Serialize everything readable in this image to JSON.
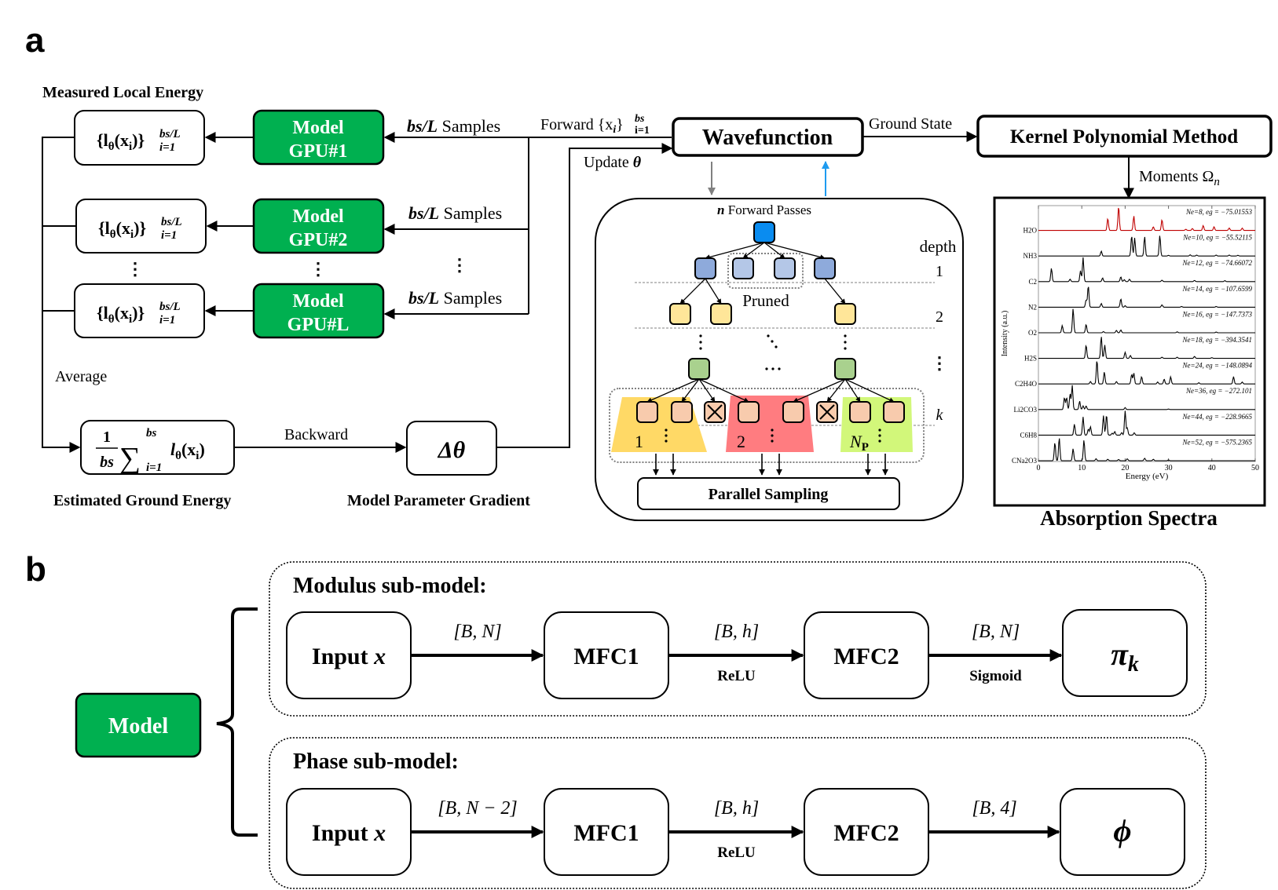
{
  "panel_a": {
    "label": "a",
    "measured_local_energy": "Measured Local Energy",
    "local_energy_box": {
      "prefix": "{l",
      "theta": "θ",
      "mid": "(x",
      "sub_i": "i",
      "close": ")}",
      "sup": "bs/L",
      "sub": "i=1"
    },
    "gpus": [
      {
        "line1": "Model",
        "line2": "GPU#1"
      },
      {
        "line1": "Model",
        "line2": "GPU#2"
      },
      {
        "line1": "Model",
        "line2": "GPU#L"
      }
    ],
    "samples_label": {
      "bold": "bs/L",
      "rest": " Samples"
    },
    "vdots": "⋮",
    "average": "Average",
    "estimated_box": {
      "frac_num": "1",
      "frac_den": "bs",
      "sum": "∑",
      "sup": "bs",
      "sub": "i=1",
      "term": "l",
      "theta": "θ",
      "arg": "(x",
      "argsub": "i",
      "argclose": ")"
    },
    "estimated_ground_energy": "Estimated Ground Energy",
    "backward": "Backward",
    "delta_theta": "Δθ",
    "model_parameter_gradient": "Model Parameter Gradient",
    "forward": {
      "text": "Forward {x",
      "sub_i": "i",
      "close": "}",
      "sup": "bs",
      "sub": "i=1"
    },
    "update": {
      "text": "Update ",
      "theta": "θ"
    },
    "wavefunction": "Wavefunction",
    "ground_state": "Ground State",
    "kpm": "Kernel Polynomial Method",
    "moments": {
      "text": "Moments Ω",
      "sub": "n"
    },
    "absorption_spectra": "Absorption Spectra",
    "tree": {
      "title_bold": "n",
      "title_rest": " Forward Passes",
      "depth_label": "depth",
      "depth_values": [
        "1",
        "2",
        "⋮",
        "k"
      ],
      "pruned": "Pruned",
      "groups": [
        "1",
        "2",
        "N"
      ],
      "group_np_sub": "P",
      "parallel_sampling": "Parallel Sampling",
      "colors": {
        "root": "#0a8cf0",
        "level1": "#8eaadb",
        "pruned": "#b4c7e7",
        "level2": "#ffe699",
        "green": "#a9d18e",
        "leaf": "#f8cbad",
        "group1": "#ffd966",
        "group2": "#ff7c80",
        "groupNP": "#d2f77a",
        "update_arrow": "#1e9bf0",
        "forward_arrow": "#808080"
      }
    }
  },
  "chart_data": {
    "type": "line",
    "title": "Absorption Spectra",
    "xlabel": "Energy (eV)",
    "ylabel": "Intensity (a.u.)",
    "xlim": [
      0,
      50
    ],
    "xticks": [
      0,
      10,
      20,
      30,
      40,
      50
    ],
    "grid": false,
    "stacked": true,
    "series": [
      {
        "name": "H2O",
        "annotation": "Ne=8, eg = −75.01553",
        "color": "#c00000",
        "peaks": [
          [
            16,
            0.5
          ],
          [
            18.5,
            1.0
          ],
          [
            22,
            0.6
          ],
          [
            26.5,
            0.15
          ],
          [
            28.5,
            0.45
          ],
          [
            34,
            0.05
          ],
          [
            35.5,
            0.08
          ],
          [
            38,
            0.2
          ],
          [
            40.5,
            0.15
          ],
          [
            44,
            0.1
          ],
          [
            47,
            0.1
          ]
        ]
      },
      {
        "name": "NH3",
        "annotation": "Ne=10, eg = −55.52115",
        "color": "#000000",
        "peaks": [
          [
            14.5,
            0.2
          ],
          [
            21.5,
            0.85
          ],
          [
            22.2,
            0.75
          ],
          [
            24.5,
            0.8
          ],
          [
            28,
            0.85
          ],
          [
            30,
            0.03
          ],
          [
            35,
            0.05
          ],
          [
            36.5,
            0.04
          ],
          [
            41,
            0.04
          ],
          [
            44,
            0.04
          ],
          [
            46,
            0.03
          ]
        ]
      },
      {
        "name": "C2",
        "annotation": "Ne=12, eg = −74.66072",
        "color": "#000000",
        "peaks": [
          [
            3,
            0.55
          ],
          [
            7.3,
            0.1
          ],
          [
            9.7,
            0.45
          ],
          [
            10.3,
            1.0
          ],
          [
            14.8,
            0.15
          ],
          [
            19,
            0.2
          ],
          [
            19.8,
            0.08
          ],
          [
            21,
            0.1
          ],
          [
            28.5,
            0.06
          ],
          [
            36,
            0.05
          ],
          [
            43,
            0.04
          ]
        ]
      },
      {
        "name": "N2",
        "annotation": "Ne=14, eg = −107.6599",
        "color": "#000000",
        "peaks": [
          [
            11,
            0.3
          ],
          [
            11.5,
            0.9
          ],
          [
            14.5,
            0.15
          ],
          [
            19,
            0.35
          ],
          [
            20,
            0.06
          ],
          [
            28.5,
            0.1
          ],
          [
            33,
            0.03
          ],
          [
            41,
            0.03
          ]
        ]
      },
      {
        "name": "O2",
        "annotation": "Ne=16, eg = −147.7373",
        "color": "#000000",
        "peaks": [
          [
            5.5,
            0.3
          ],
          [
            8,
            1.0
          ],
          [
            11,
            0.35
          ],
          [
            15,
            0.05
          ],
          [
            18,
            0.1
          ],
          [
            19,
            0.12
          ],
          [
            32,
            0.04
          ],
          [
            41,
            0.03
          ]
        ]
      },
      {
        "name": "H2S",
        "annotation": "Ne=18, eg = −394.3541",
        "color": "#000000",
        "peaks": [
          [
            11,
            0.55
          ],
          [
            14.5,
            0.9
          ],
          [
            15.3,
            0.55
          ],
          [
            20,
            0.25
          ],
          [
            21.2,
            0.12
          ],
          [
            28.5,
            0.05
          ],
          [
            32,
            0.05
          ],
          [
            36,
            0.08
          ],
          [
            40,
            0.03
          ]
        ]
      },
      {
        "name": "C2H4O",
        "annotation": "Ne=24, eg = −148.0894",
        "color": "#000000",
        "peaks": [
          [
            12,
            0.1
          ],
          [
            13.5,
            1.0
          ],
          [
            15.2,
            0.5
          ],
          [
            18,
            0.1
          ],
          [
            21.5,
            0.4
          ],
          [
            22,
            0.45
          ],
          [
            23.8,
            0.3
          ],
          [
            27.5,
            0.08
          ],
          [
            29,
            0.2
          ],
          [
            30.5,
            0.3
          ],
          [
            37,
            0.05
          ],
          [
            45,
            0.3
          ],
          [
            47,
            0.08
          ]
        ]
      },
      {
        "name": "Li2CO3",
        "annotation": "Ne=36, eg = −272.101",
        "color": "#000000",
        "peaks": [
          [
            6,
            0.5
          ],
          [
            6.5,
            0.5
          ],
          [
            7.3,
            0.65
          ],
          [
            7.8,
            1.0
          ],
          [
            9.5,
            0.35
          ],
          [
            10.3,
            0.15
          ],
          [
            11,
            0.15
          ],
          [
            20,
            0.08
          ],
          [
            30,
            0.02
          ]
        ]
      },
      {
        "name": "C6H8",
        "annotation": "Ne=44, eg = −228.9665",
        "color": "#000000",
        "peaks": [
          [
            8.3,
            0.45
          ],
          [
            10.3,
            0.75
          ],
          [
            11.5,
            0.25
          ],
          [
            12,
            0.35
          ],
          [
            15,
            0.8
          ],
          [
            15.7,
            0.85
          ],
          [
            17,
            0.08
          ],
          [
            17.6,
            0.15
          ],
          [
            19.2,
            0.1
          ],
          [
            20,
            1.0
          ],
          [
            20.5,
            0.3
          ],
          [
            22.1,
            0.1
          ]
        ]
      },
      {
        "name": "CNa2O3",
        "annotation": "Ne=52, eg = −575.2365",
        "color": "#000000",
        "peaks": [
          [
            3.8,
            0.75
          ],
          [
            4.8,
            0.95
          ],
          [
            8,
            0.5
          ],
          [
            10.5,
            0.85
          ],
          [
            13.3,
            0.08
          ],
          [
            16,
            0.06
          ],
          [
            18.5,
            0.05
          ],
          [
            20.5,
            0.08
          ],
          [
            24.5,
            0.1
          ],
          [
            26.5,
            0.06
          ],
          [
            30,
            0.03
          ]
        ]
      }
    ]
  },
  "panel_b": {
    "label": "b",
    "model": "Model",
    "modulus": {
      "title": "Modulus sub-model:",
      "input": {
        "text": "Input ",
        "var": "x"
      },
      "mfc1": "MFC1",
      "mfc2": "MFC2",
      "output": {
        "sym": "π",
        "sub": "k"
      },
      "dims": [
        "[B, N]",
        "[B, h]",
        "[B, N]"
      ],
      "activations": [
        "",
        "ReLU",
        "Sigmoid"
      ]
    },
    "phase": {
      "title": "Phase sub-model:",
      "input": {
        "text": "Input ",
        "var": "x"
      },
      "mfc1": "MFC1",
      "mfc2": "MFC2",
      "output": {
        "sym": "ϕ",
        "sub": ""
      },
      "dims": [
        "[B, N − 2]",
        "[B, h]",
        "[B, 4]"
      ],
      "activations": [
        "",
        "ReLU",
        ""
      ]
    },
    "colors": {
      "model_green": "#00b050"
    }
  }
}
